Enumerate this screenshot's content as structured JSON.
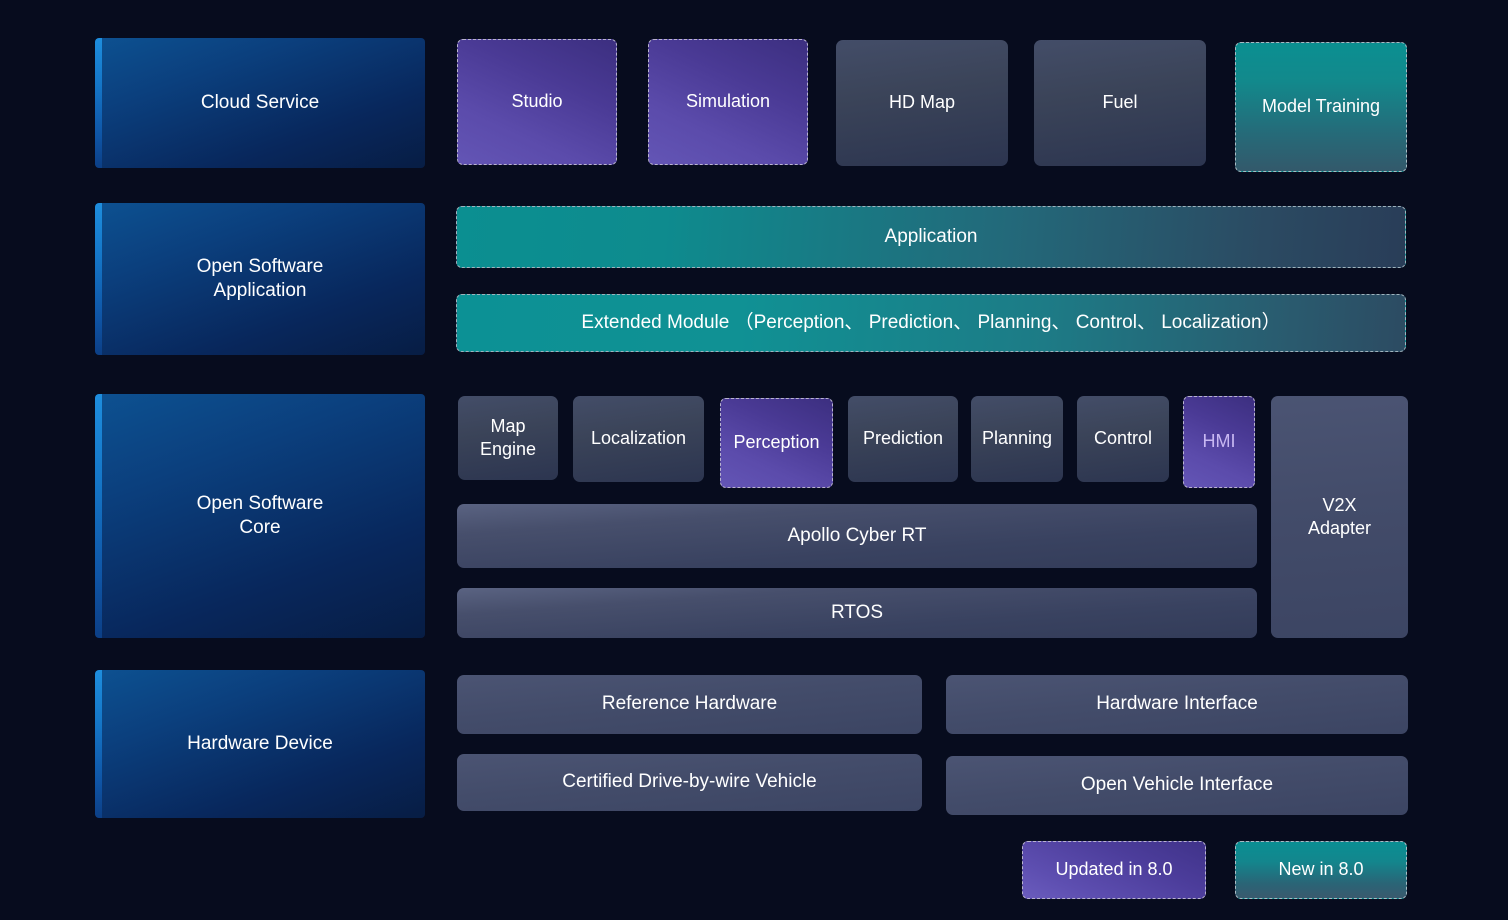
{
  "background_color": "#070c1e",
  "rows": [
    {
      "id": "cloud-service",
      "label": "Cloud Service",
      "items": [
        {
          "id": "studio",
          "label": "Studio",
          "style": "updated"
        },
        {
          "id": "simulation",
          "label": "Simulation",
          "style": "updated"
        },
        {
          "id": "hd-map",
          "label": "HD Map",
          "style": "default"
        },
        {
          "id": "fuel",
          "label": "Fuel",
          "style": "default"
        },
        {
          "id": "model-training",
          "label": "Model Training",
          "style": "new"
        }
      ]
    },
    {
      "id": "open-software-application",
      "label": "Open Software\nApplication",
      "items": [
        {
          "id": "application",
          "label": "Application",
          "style": "new"
        },
        {
          "id": "extended-module",
          "label": "Extended Module （Perception、 Prediction、 Planning、 Control、 Localization）",
          "style": "new"
        }
      ]
    },
    {
      "id": "open-software-core",
      "label": "Open Software\nCore",
      "items": [
        {
          "id": "map-engine",
          "label": "Map\nEngine",
          "style": "default"
        },
        {
          "id": "localization",
          "label": "Localization",
          "style": "default"
        },
        {
          "id": "perception",
          "label": "Perception",
          "style": "updated"
        },
        {
          "id": "prediction",
          "label": "Prediction",
          "style": "default"
        },
        {
          "id": "planning",
          "label": "Planning",
          "style": "default"
        },
        {
          "id": "control",
          "label": "Control",
          "style": "default"
        },
        {
          "id": "hmi",
          "label": "HMI",
          "style": "updated"
        },
        {
          "id": "v2x-adapter",
          "label": "V2X\nAdapter",
          "style": "default"
        },
        {
          "id": "apollo-cyber-rt",
          "label": "Apollo Cyber RT",
          "style": "default"
        },
        {
          "id": "rtos",
          "label": "RTOS",
          "style": "default"
        }
      ]
    },
    {
      "id": "hardware-device",
      "label": "Hardware Device",
      "items": [
        {
          "id": "reference-hardware",
          "label": "Reference Hardware",
          "style": "default"
        },
        {
          "id": "hardware-interface",
          "label": "Hardware Interface",
          "style": "default"
        },
        {
          "id": "certified-drive-by-wire-vehicle",
          "label": "Certified Drive-by-wire Vehicle",
          "style": "default"
        },
        {
          "id": "open-vehicle-interface",
          "label": "Open Vehicle Interface",
          "style": "default"
        }
      ]
    }
  ],
  "legend": {
    "updated": {
      "label": "Updated in 8.0",
      "color": "#5a4bab"
    },
    "new": {
      "label": "New in 8.0",
      "color": "#10898e"
    }
  }
}
